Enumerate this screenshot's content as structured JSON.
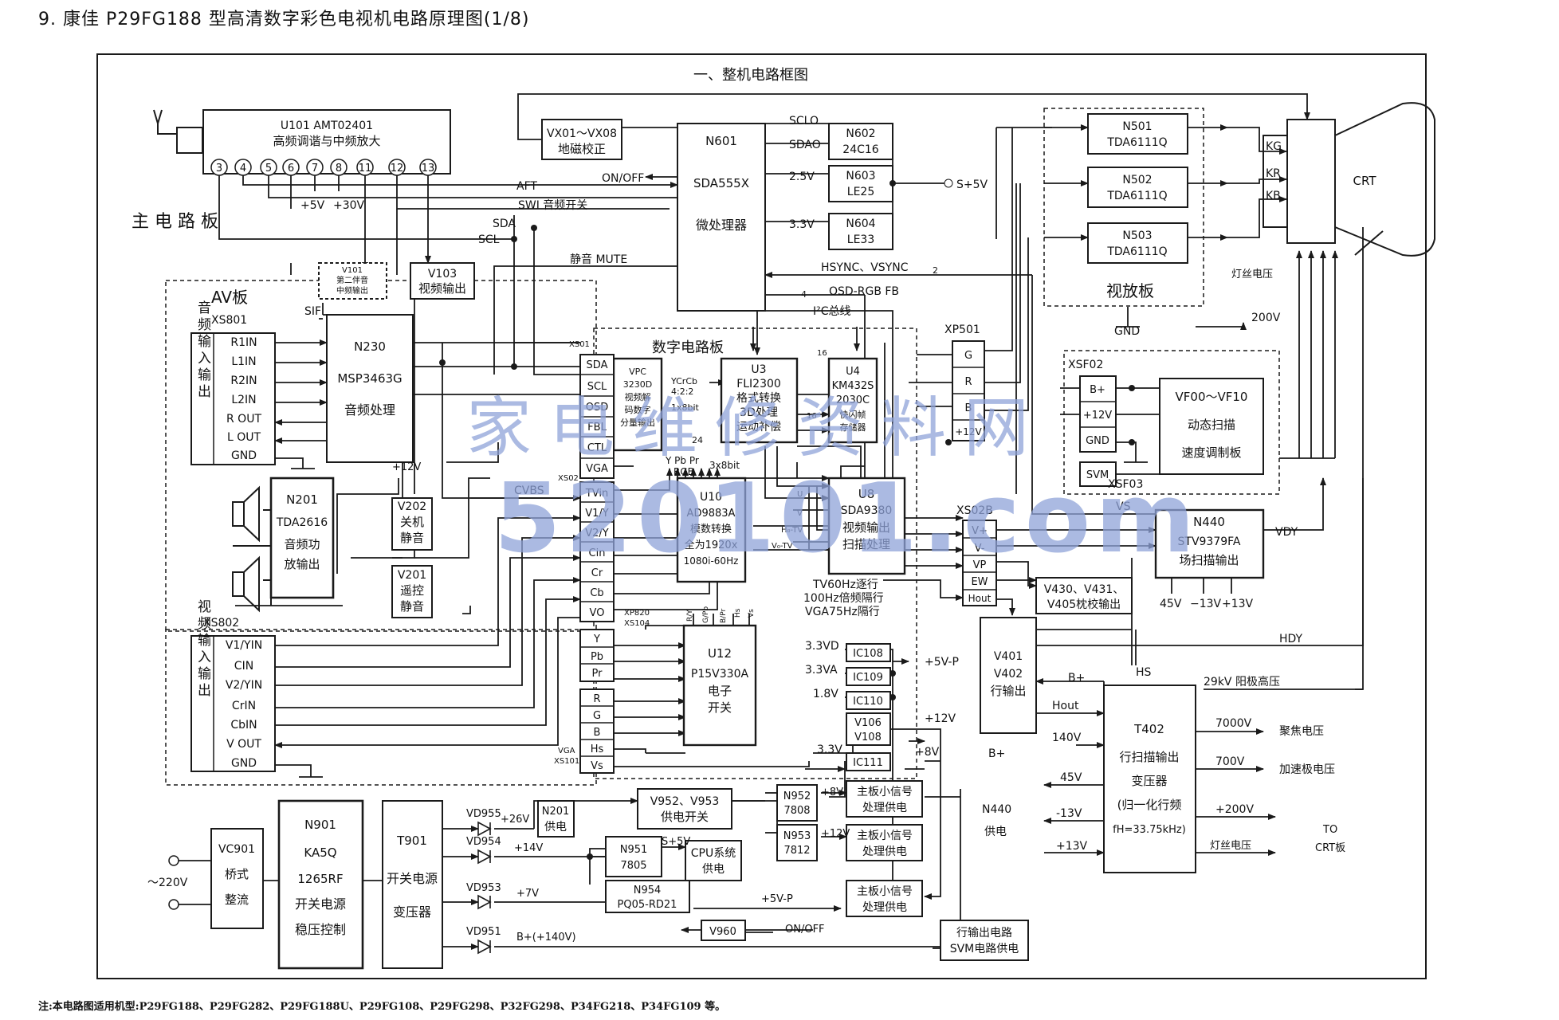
{
  "page_title": "9. 康佳 P29FG188 型高清数字彩色电视机电路原理图(1/8)",
  "footnote": "注:本电路图适用机型:P29FG188、P29FG282、P29FG188U、P29FG108、P29FG298、P32FG298、P34FG218、P34FG109 等。",
  "diagram_title": "一、整机电路框图",
  "watermark": {
    "cn": "家电维修资料网",
    "url": "520101.com"
  },
  "boards": {
    "main": "主 电 路 板",
    "av": "AV板",
    "digital": "数字电路板",
    "video_amp": "视放板"
  },
  "blocks": {
    "u101": {
      "name": "U101 AMT02401",
      "func": "高频调谐与中频放大"
    },
    "vx01": {
      "name": "VX01～VX08",
      "func": "地磁校正"
    },
    "n601": {
      "name": "N601",
      "chip": "SDA555X",
      "func": "微处理器"
    },
    "n602": {
      "name": "N602",
      "chip": "24C16"
    },
    "n603": {
      "name": "N603",
      "chip": "LE25"
    },
    "n604": {
      "name": "N604",
      "chip": "LE33"
    },
    "n501": {
      "name": "N501",
      "chip": "TDA6111Q"
    },
    "n502": {
      "name": "N502",
      "chip": "TDA6111Q"
    },
    "n503": {
      "name": "N503",
      "chip": "TDA6111Q"
    },
    "v101": {
      "name": "V101",
      "l1": "第二伴音",
      "l2": "中频输出"
    },
    "v103": {
      "name": "V103",
      "func": "视频输出"
    },
    "n230": {
      "name": "N230",
      "chip": "MSP3463G",
      "func": "音频处理"
    },
    "vpc": {
      "name": "VPC",
      "chip": "3230D",
      "l1": "视频解",
      "l2": "码数字",
      "l3": "分量输出"
    },
    "u3": {
      "name": "U3",
      "chip": "FLI2300",
      "l1": "格式转换",
      "l2": "3D处理",
      "l3": "运动补偿"
    },
    "u4": {
      "name": "U4",
      "chip": "KM432S",
      "chip2": "2030C",
      "l1": "快闪帧",
      "l2": "存储器"
    },
    "u8": {
      "name": "U8",
      "chip": "SDA9380",
      "l1": "视频输出",
      "l2": "扫描处理"
    },
    "u10": {
      "name": "U10",
      "chip": "AD9883A",
      "l1": "模数转换",
      "l2": "全为1920x",
      "l3": "1080i-60Hz"
    },
    "u12": {
      "name": "U12",
      "chip": "P15V330A",
      "l1": "电子",
      "l2": "开关"
    },
    "n201": {
      "name": "N201",
      "chip": "TDA2616",
      "l1": "音频功",
      "l2": "放输出"
    },
    "v202": {
      "name": "V202",
      "l1": "关机",
      "l2": "静音"
    },
    "v201": {
      "name": "V201",
      "l1": "遥控",
      "l2": "静音"
    },
    "vf00": {
      "l1": "VF00～VF10",
      "l2": "动态扫描",
      "l3": "速度调制板"
    },
    "n440": {
      "name": "N440",
      "chip": "STV9379FA",
      "func": "场扫描输出"
    },
    "v430": {
      "l1": "V430、V431、",
      "l2": "V405枕校输出"
    },
    "v401": {
      "l1": "V401",
      "l2": "V402",
      "l3": "行输出"
    },
    "t402": {
      "name": "T402",
      "l1": "行扫描输出",
      "l2": "变压器",
      "l3": "(归一化行频",
      "l4": "fH=33.75kHz)"
    },
    "ic108": {
      "name": "IC108"
    },
    "ic109": {
      "name": "IC109"
    },
    "ic110": {
      "name": "IC110"
    },
    "v106": {
      "l1": "V106",
      "l2": "V108"
    },
    "ic111": {
      "name": "IC111"
    },
    "vc901": {
      "name": "VC901",
      "l1": "桥式",
      "l2": "整流"
    },
    "n901": {
      "name": "N901",
      "chip": "KA5Q",
      "chip2": "1265RF",
      "l1": "开关电源",
      "l2": "稳压控制"
    },
    "t901": {
      "name": "T901",
      "l1": "开关电源",
      "l2": "变压器"
    },
    "n201p": {
      "name": "N201",
      "func": "供电"
    },
    "v952": {
      "l1": "V952、V953",
      "l2": "供电开关"
    },
    "n952": {
      "name": "N952",
      "chip": "7808"
    },
    "n953": {
      "name": "N953",
      "chip": "7812"
    },
    "n951": {
      "name": "N951",
      "chip": "7805"
    },
    "cpu_supply": {
      "l1": "CPU系统",
      "l2": "供电"
    },
    "n954": {
      "name": "N954",
      "chip": "PQ05-RD21"
    },
    "v960": {
      "name": "V960"
    },
    "main_sup1": {
      "l1": "主板小信号",
      "l2": "处理供电"
    },
    "main_sup2": {
      "l1": "主板小信号",
      "l2": "处理供电"
    },
    "main_sup3": {
      "l1": "主板小信号",
      "l2": "处理供电"
    },
    "hout_supply": {
      "l1": "行输出电路",
      "l2": "SVM电路供电"
    },
    "crt": {
      "name": "CRT"
    }
  },
  "connectors": {
    "xs801": {
      "name": "XS801",
      "vert": "音频输入输出",
      "pins": [
        "R1IN",
        "L1IN",
        "R2IN",
        "L2IN",
        "R OUT",
        "L OUT",
        "GND"
      ]
    },
    "xs802": {
      "name": "XS802",
      "vert": "视频输入输出",
      "pins": [
        "V1/YIN",
        "CIN",
        "V2/YIN",
        "CrIN",
        "CbIN",
        "V OUT",
        "GND"
      ]
    },
    "xs01": {
      "name": "XS01",
      "pins": [
        "SDA",
        "SCL",
        "OSD",
        "FBL",
        "CTL",
        "VGA"
      ]
    },
    "xs02": {
      "name": "XS02",
      "pins": [
        "TVin",
        "V1/Y",
        "V2/Y",
        "Cin",
        "Cr",
        "Cb",
        "VO"
      ]
    },
    "xp820": {
      "name": "XP820",
      "name2": "XS104",
      "pins": [
        "Y",
        "Pb",
        "Pr"
      ]
    },
    "vga": {
      "name": "VGA",
      "name2": "XS101",
      "pins": [
        "R",
        "G",
        "B",
        "Hs",
        "Vs"
      ]
    },
    "xp501": {
      "name": "XP501",
      "pins": [
        "G",
        "R",
        "B",
        "+12V"
      ]
    },
    "xsf02": {
      "name": "XSF02",
      "pins": [
        "B+",
        "+12V",
        "GND"
      ]
    },
    "xsf03": {
      "name": "XSF03",
      "pin": "SVM"
    },
    "xs02b": {
      "name": "XS02B",
      "pins": [
        "V+",
        "V-",
        "VP",
        "EW",
        "Hout"
      ]
    },
    "tuner_pins": [
      "3",
      "4",
      "5",
      "6",
      "7",
      "8",
      "11",
      "12",
      "13"
    ]
  },
  "labels": {
    "plus5v": "+5V",
    "plus30v": "+30V",
    "aft": "AFT",
    "swi": "SWI 音频开关",
    "sda": "SDA",
    "scl": "SCL",
    "mute": "静音 MUTE",
    "sif": "SIF",
    "onoff": "ON/OFF",
    "sclo": "SCLO",
    "sdao": "SDAO",
    "v25": "2.5V",
    "v33": "3.3V",
    "s5v": "S+5V",
    "hsync": "HSYNC、VSYNC",
    "two": "2",
    "four": "4",
    "osd_rgb": "OSD-RGB FB",
    "i2c": "I²C总线",
    "kg": "KG",
    "kr": "KR",
    "kb": "KB",
    "filament": "灯丝电压",
    "gnd": "GND",
    "v200": "200V",
    "plus12v": "+12V",
    "cvbs": "CVBS",
    "ycrcb": "YCrCb",
    "ratio": "4:2:2",
    "bus1x8": "1x8bit",
    "n24": "24",
    "n16a": "16",
    "n16b": "16",
    "ypbpr": "Y Pb Pr",
    "rgb": "RGB",
    "bus3x8": "3x8bit",
    "u": "U",
    "v": "V",
    "hotv": "H₀-TV",
    "votv": "V₀-TV",
    "ry": "R/Y",
    "gpb": "G/Pb",
    "bpr": "B/Pr",
    "hs": "Hs",
    "vs": "Vs",
    "scan1": "TV60Hz逐行",
    "scan2": "100Hz倍频隔行",
    "scan3": "VGA75Hz隔行",
    "v33d": "3.3VD",
    "v33a": "3.3VA",
    "v18": "1.8V",
    "v33b": "3.3V",
    "plus5vp": "+5V-P",
    "plus8v": "+8V",
    "vs2": "VS",
    "vdy": "VDY",
    "v45": "45V",
    "vm13": "−13V",
    "vp13": "+13V",
    "hdy": "HDY",
    "hs2": "HS",
    "bplus": "B+",
    "hout": "Hout",
    "v29kv": "29kV 阳极高压",
    "v140": "140V",
    "bplus2": "B+",
    "v7000": "7000V",
    "focus": "聚焦电压",
    "v700": "700V",
    "accel": "加速极电压",
    "p200v": "+200V",
    "v45b": "45V",
    "m13b": "-13V",
    "p13b": "+13V",
    "n440sup": "N440",
    "supply": "供电",
    "filament2": "灯丝电压",
    "to": "TO",
    "crtboard": "CRT板",
    "ac220": "～220V",
    "vd955": "VD955",
    "p26v": "+26V",
    "vd954": "VD954",
    "p14v": "+14V",
    "vd953": "VD953",
    "p7v": "+7V",
    "vd951": "VD951",
    "b140": "B+(+140V)",
    "p8v": "+8V",
    "p12v": "+12V",
    "s5v2": "S+5V",
    "p5vp2": "+5V-P",
    "onoff2": "ON/OFF"
  },
  "colors": {
    "line": "#1a1a1a",
    "watermark": "#8fa3d9",
    "paper": "#ffffff"
  }
}
